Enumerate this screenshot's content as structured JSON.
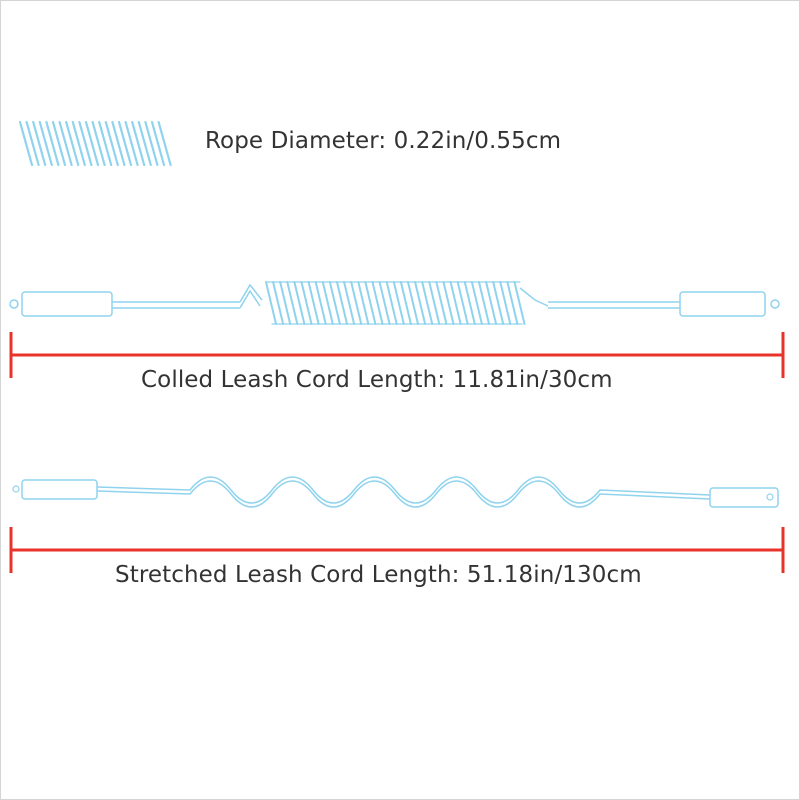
{
  "colors": {
    "cord": "#8fd3ee",
    "cord_dark": "#6ec3e6",
    "measure_line": "#e8332a",
    "text": "#333333",
    "background": "#ffffff"
  },
  "rope_diameter": {
    "label": "Rope Diameter: 0.22in/0.55cm",
    "icon": "coil-swatch-icon"
  },
  "coiled": {
    "label": "Colled Leash Cord Length: 11.81in/30cm",
    "icon": "coiled-cord-icon"
  },
  "stretched": {
    "label": "Stretched Leash Cord Length: 51.18in/130cm",
    "icon": "stretched-cord-icon"
  }
}
